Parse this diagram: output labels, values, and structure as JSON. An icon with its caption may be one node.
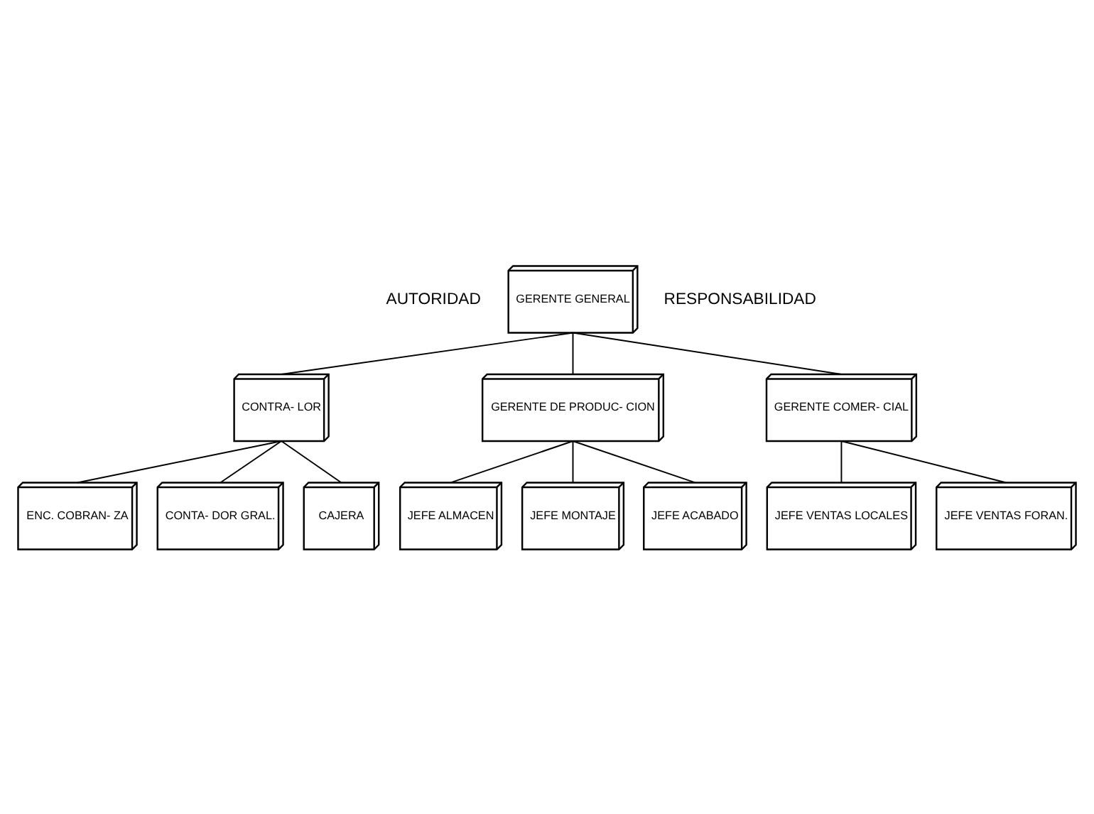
{
  "diagram": {
    "nodes": [
      {
        "text": [
          "GERENTE GENERAL"
        ]
      },
      {
        "text": [
          "CONTRA- LOR"
        ]
      },
      {
        "text": [
          "GERENTE DE PRODUC- CION"
        ]
      },
      {
        "text": [
          "GERENTE COMER- CIAL"
        ]
      },
      {
        "text": [
          "ENC. COBRAN- ZA"
        ]
      },
      {
        "text": [
          "CONTA- DOR GRAL."
        ]
      },
      {
        "text": [
          "CAJERA"
        ]
      },
      {
        "text": [
          "JEFE ALMACEN"
        ]
      },
      {
        "text": [
          "JEFE MONTAJE"
        ]
      },
      {
        "text": [
          "JEFE ACABADO"
        ]
      },
      {
        "text": [
          "JEFE VENTAS LOCALES"
        ]
      },
      {
        "text": [
          "JEFE VENTAS FORAN."
        ]
      }
    ],
    "edges": [
      {
        "from": 0,
        "to": 1,
        "arrow": "none"
      },
      {
        "from": 0,
        "to": 2,
        "arrow": "none"
      },
      {
        "from": 0,
        "to": 3,
        "arrow": "none"
      },
      {
        "from": 1,
        "to": 4,
        "arrow": "none"
      },
      {
        "from": 1,
        "to": 5,
        "arrow": "none"
      },
      {
        "from": 1,
        "to": 6,
        "arrow": "none"
      },
      {
        "from": 2,
        "to": 7,
        "arrow": "none"
      },
      {
        "from": 2,
        "to": 8,
        "arrow": "none"
      },
      {
        "from": 2,
        "to": 9,
        "arrow": "none"
      },
      {
        "from": 3,
        "to": 10,
        "arrow": "none"
      },
      {
        "from": 3,
        "to": 11,
        "arrow": "none"
      }
    ],
    "labels": [
      "AUTORIDAD",
      "RESPONSABILIDAD"
    ]
  }
}
